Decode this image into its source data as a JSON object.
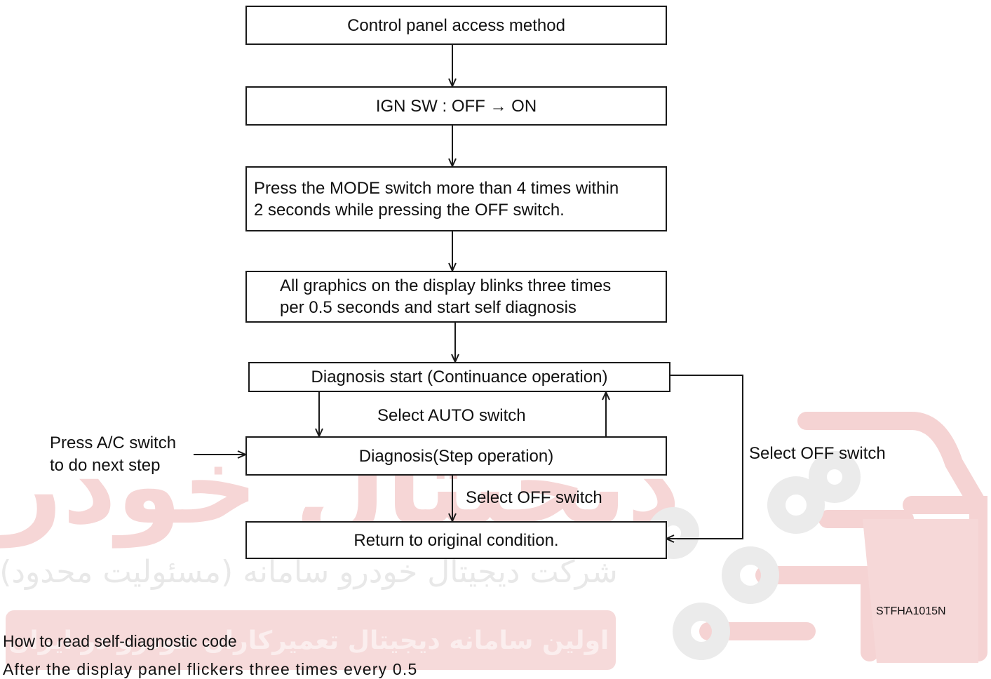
{
  "flowchart": {
    "step1": "Control panel access method",
    "step2": "IGN SW : OFF → ON",
    "step3": [
      "Press the MODE switch more than 4 times within",
      "2 seconds while pressing the OFF switch."
    ],
    "step4": [
      "All graphics on the display blinks three times",
      "per 0.5 seconds and start self diagnosis"
    ],
    "step5": "Diagnosis start (Continuance operation)",
    "step6": "Diagnosis(Step operation)",
    "step7": "Return to original condition.",
    "label_auto": "Select AUTO switch",
    "label_ac": [
      "Press A/C switch",
      "to do next step"
    ],
    "label_off_center": "Select OFF switch",
    "label_off_right": "Select OFF switch"
  },
  "figure_code": "STFHA1015N",
  "text": {
    "heading": "How to read self-diagnostic code",
    "body_partial": "After the display panel flickers three times every 0.5"
  },
  "watermark": {
    "logo_text": "دیجیتال خودرو",
    "subtitle": "شرکت دیجیتال خودرو سامانه (مسئولیت محدود)",
    "banner": "اولین سامانه دیجیتال تعمیرکاران خودرو در ایران"
  },
  "colors": {
    "line": "#1a1a1a",
    "watermark_red": "#f3cccc",
    "watermark_gray": "#e6e6e6"
  }
}
